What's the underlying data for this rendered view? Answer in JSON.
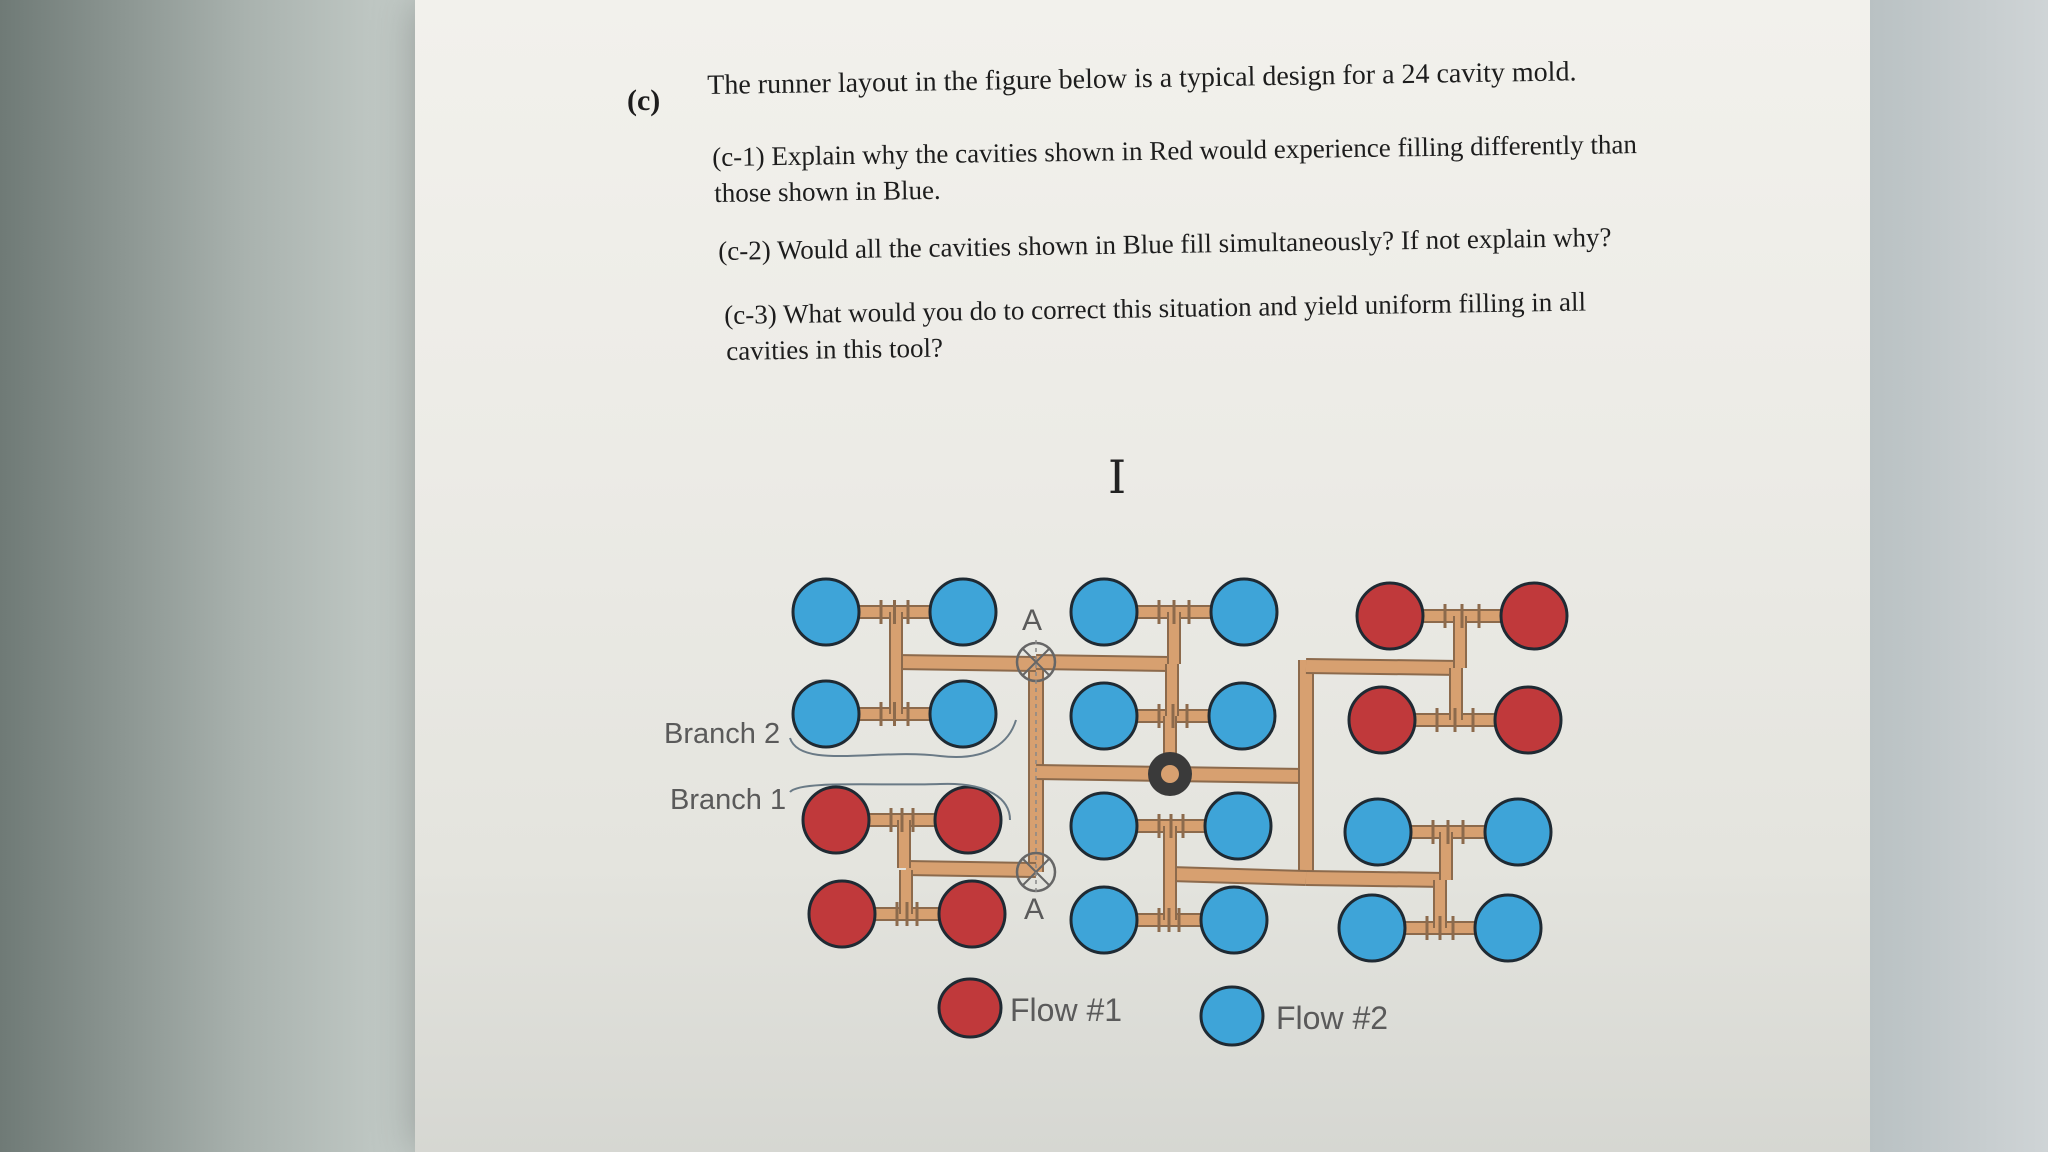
{
  "question": {
    "label": "(c)",
    "intro": "The runner layout in the figure below is a typical design for a 24 cavity mold.",
    "parts": {
      "c1_line1": "(c-1) Explain why the cavities shown in Red would experience filling differently than",
      "c1_line2": "those shown in Blue.",
      "c2": "(c-2) Would all the cavities shown in Blue fill simultaneously?  If not explain why?",
      "c3_line1": "(c-3) What would you do to correct this situation and yield uniform filling in all",
      "c3_line2": "cavities in this tool?"
    }
  },
  "cursor": {
    "icon": "text-cursor-icon",
    "glyph": "I"
  },
  "figure": {
    "branch_labels": {
      "branch2": "Branch 2",
      "branch1": "Branch 1"
    },
    "section_labels": {
      "top": "A",
      "bottom": "A"
    },
    "legend": {
      "flow1": "Flow #1",
      "flow2": "Flow #2"
    },
    "colors": {
      "red_cavity": "#c0393b",
      "blue_cavity": "#3ea4d8",
      "runner": "#d7a070",
      "runner_edge": "#8c6a4c",
      "sprue": "#3a3a3a"
    },
    "cavity_count": 24,
    "red_cavities": 8,
    "blue_cavities": 16
  }
}
